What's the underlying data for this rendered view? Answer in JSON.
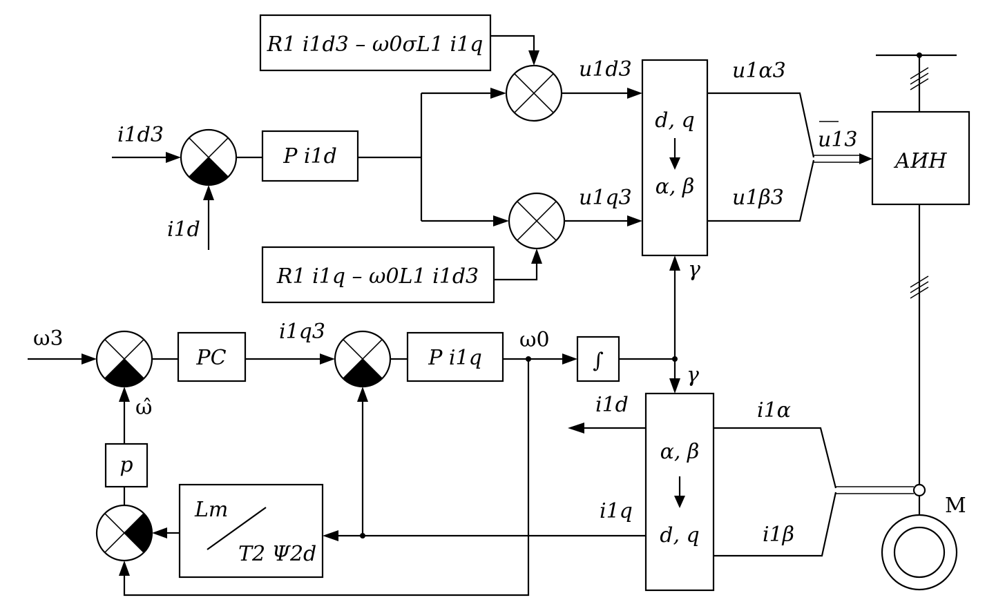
{
  "blocks": {
    "ff_d_text": "R1 i1d3 – ω0σL1 i1q",
    "ff_q_text": "R1 i1q – ω0L1 i1d3",
    "reg_id": "P  i1d",
    "reg_iq": "P  i1q",
    "speed_reg": "PC",
    "integrator": "∫",
    "p_block": "p",
    "estimator_num": "Lm",
    "estimator_den": "T2 Ψ2d",
    "dq_ab_top": "d, q",
    "dq_ab_bot": "α, β",
    "ab_dq_top": "α, β",
    "ab_dq_bot": "d, q",
    "inverter": "АИН",
    "motor": "M"
  },
  "signals": {
    "i1d3": "i1d3",
    "i1d_fb": "i1d",
    "u1d3": "u1d3",
    "u1q3": "u1q3",
    "u1a3": "u1α3",
    "u1b3": "u1β3",
    "u13": "u13",
    "gamma_top": "γ",
    "gamma_bot": "γ",
    "omega3": "ω3",
    "i1q3": "i1q3",
    "omega0": "ω0",
    "omega_hat": "ω̂",
    "i1d_out": "i1d",
    "i1q_out": "i1q",
    "i1a": "i1α",
    "i1b": "i1β"
  }
}
